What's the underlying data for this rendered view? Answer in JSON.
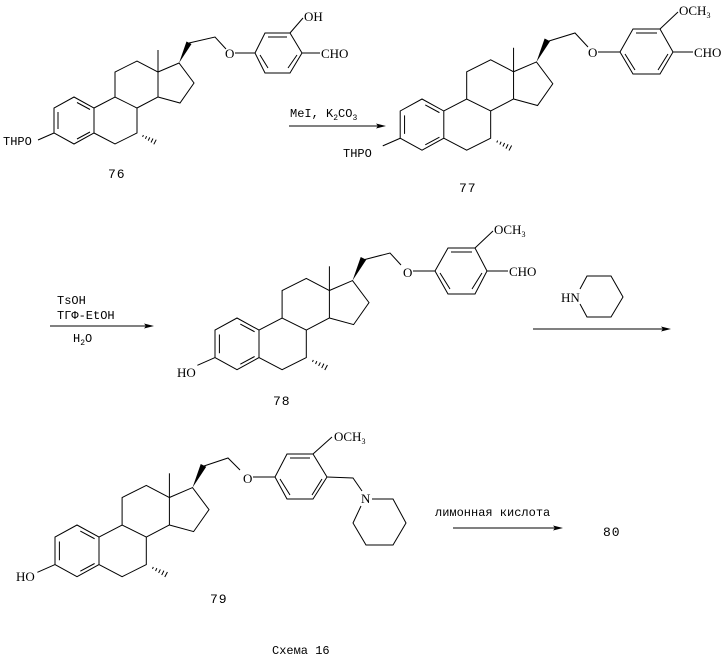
{
  "scheme_title": "Схема 16",
  "compounds": {
    "c76": {
      "number": "76",
      "substituent": "THPO",
      "ortho_group": "OH",
      "para_group": "CHO",
      "ether_o": "O"
    },
    "c77": {
      "number": "77",
      "substituent": "THPO",
      "ortho_group": {
        "base": "OCH",
        "sub": "3"
      },
      "para_group": "CHO",
      "ether_o": "O"
    },
    "c78": {
      "number": "78",
      "substituent": "HO",
      "ortho_group": {
        "base": "OCH",
        "sub": "3"
      },
      "para_group": "CHO",
      "ether_o": "O"
    },
    "c79": {
      "number": "79",
      "substituent": "HO",
      "ortho_group": {
        "base": "OCH",
        "sub": "3"
      },
      "amine_n": "N",
      "ether_o": "O"
    },
    "c80": {
      "number": "80"
    }
  },
  "reactions": [
    {
      "reagent": {
        "a": "MeI,  K",
        "a_sub": "2",
        "b": "CO",
        "b_sub": "3"
      }
    },
    {
      "line1": "TsOH",
      "line2": "ТГФ-EtOH",
      "line3": {
        "a": "H",
        "a_sub": "2",
        "b": "O"
      }
    },
    {
      "reagent_structure": {
        "label": "HN"
      }
    },
    {
      "reagent": "лимонная кислота"
    }
  ]
}
